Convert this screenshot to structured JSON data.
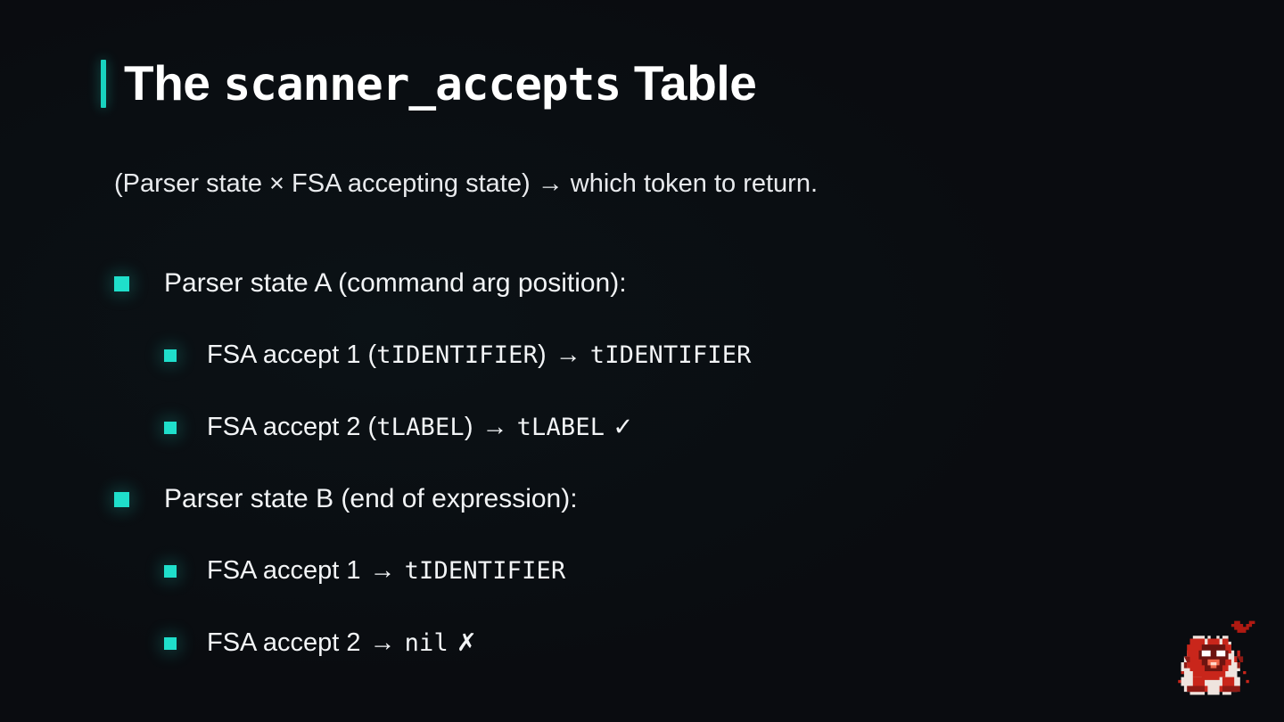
{
  "slide": {
    "title": {
      "prefix": "The ",
      "code": "scanner_accepts",
      "suffix": " Table"
    },
    "subtitle": "(Parser state × FSA accepting state) → which token to return.",
    "accent_color": "#18d3bf",
    "bullet_color": "#1fdfcb",
    "background_color": "#0a0c10",
    "text_color": "#f2f4f6",
    "bullets": [
      {
        "level": 1,
        "text": "Parser state A (command arg position):",
        "parts": [
          {
            "type": "text",
            "value": "Parser state A (command arg position):"
          }
        ]
      },
      {
        "level": 2,
        "text": "FSA accept 1 (tIDENTIFIER) → tIDENTIFIER",
        "parts": [
          {
            "type": "text",
            "value": "FSA accept 1 ("
          },
          {
            "type": "code",
            "value": "tIDENTIFIER"
          },
          {
            "type": "text",
            "value": ") "
          },
          {
            "type": "arrow",
            "value": "→"
          },
          {
            "type": "text",
            "value": " "
          },
          {
            "type": "code",
            "value": "tIDENTIFIER"
          }
        ]
      },
      {
        "level": 2,
        "text": "FSA accept 2 (tLABEL) → tLABEL ✓",
        "parts": [
          {
            "type": "text",
            "value": "FSA accept 2 ("
          },
          {
            "type": "code",
            "value": "tLABEL"
          },
          {
            "type": "text",
            "value": ") "
          },
          {
            "type": "arrow",
            "value": "→"
          },
          {
            "type": "text",
            "value": " "
          },
          {
            "type": "code",
            "value": "tLABEL"
          },
          {
            "type": "mark",
            "value": "✓"
          }
        ]
      },
      {
        "level": 1,
        "text": "Parser state B (end of expression):",
        "parts": [
          {
            "type": "text",
            "value": "Parser state B (end of expression):"
          }
        ]
      },
      {
        "level": 2,
        "text": "FSA accept 1 → tIDENTIFIER",
        "parts": [
          {
            "type": "text",
            "value": "FSA accept 1 "
          },
          {
            "type": "arrow",
            "value": "→"
          },
          {
            "type": "text",
            "value": " "
          },
          {
            "type": "code",
            "value": "tIDENTIFIER"
          }
        ]
      },
      {
        "level": 2,
        "text": "FSA accept 2 → nil ✗",
        "parts": [
          {
            "type": "text",
            "value": "FSA accept 2 "
          },
          {
            "type": "arrow",
            "value": "→"
          },
          {
            "type": "text",
            "value": " "
          },
          {
            "type": "code",
            "value": "nil"
          },
          {
            "type": "mark",
            "value": "✗"
          }
        ]
      }
    ],
    "corner_logo": {
      "name": "pixel-monster-sprite",
      "body_color": "#c9261b",
      "highlight_color": "#f05a3c",
      "dark_color": "#5a0f0c",
      "outline_color": "#f0e6e0",
      "bat_color": "#b01a12"
    }
  }
}
